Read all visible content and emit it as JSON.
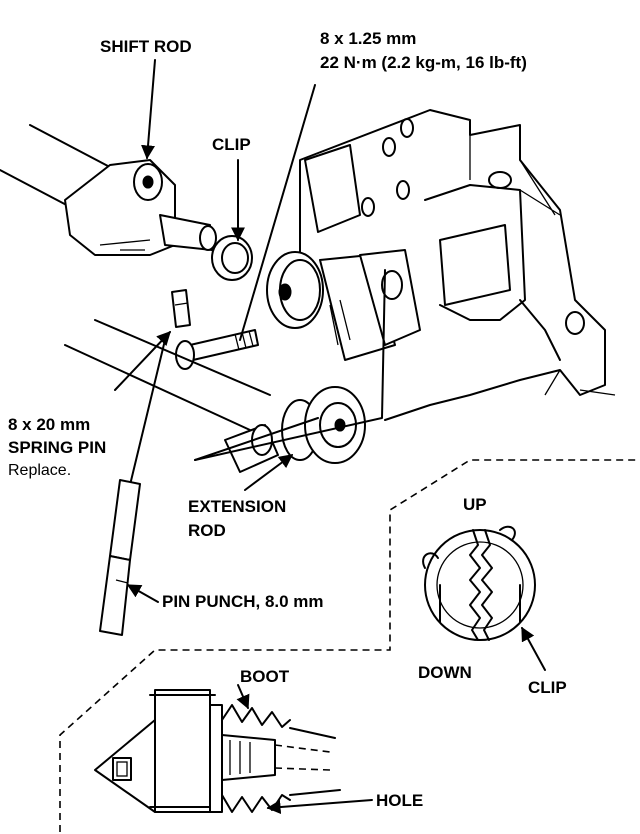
{
  "labels": {
    "shift_rod": "SHIFT ROD",
    "bolt_size": "8 x 1.25 mm",
    "torque": "22 N·m (2.2 kg-m, 16 lb-ft)",
    "clip_top": "CLIP",
    "spring_pin_size": "8 x 20 mm",
    "spring_pin": "SPRING PIN",
    "replace": "Replace.",
    "extension_rod_line1": "EXTENSION",
    "extension_rod_line2": "ROD",
    "pin_punch": "PIN PUNCH, 8.0 mm",
    "up": "UP",
    "down": "DOWN",
    "clip_detail": "CLIP",
    "boot": "BOOT",
    "hole": "HOLE"
  }
}
